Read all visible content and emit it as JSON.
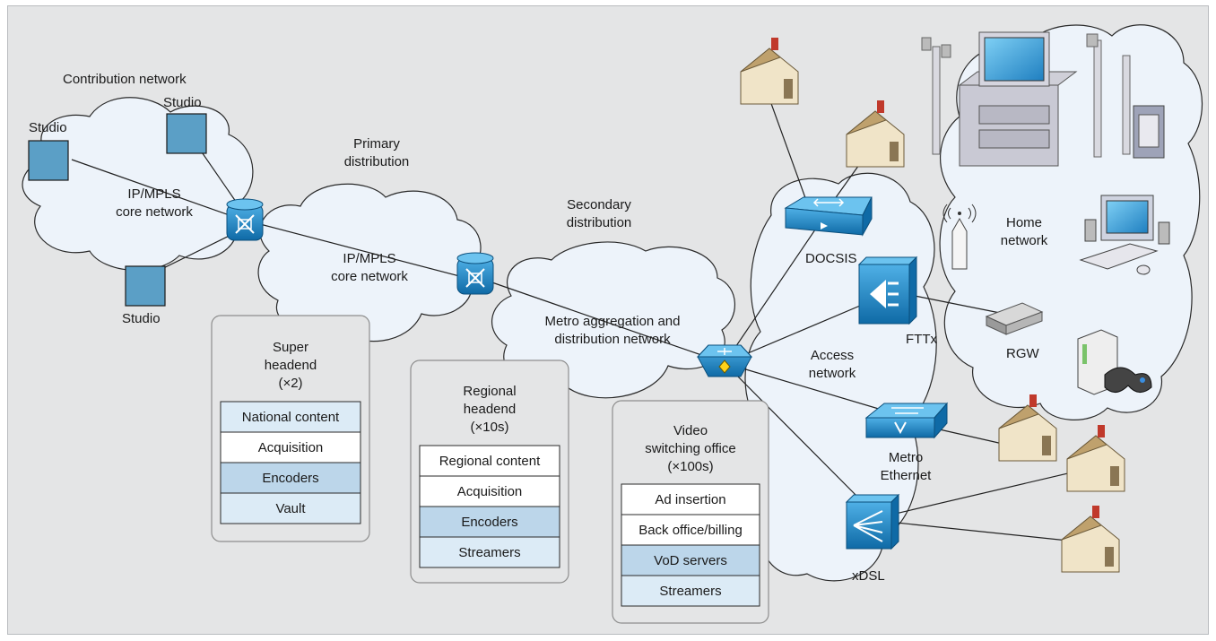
{
  "colors": {
    "background": "#e4e5e6",
    "cloud_fill": "#edf3fa",
    "cloud_stroke": "#2a2a2a",
    "studio_fill": "#5b9fc6",
    "panel_border": "#8e8e8e",
    "row_white": "#ffffff",
    "row_mid": "#bcd6ea",
    "row_light": "#dcebf6",
    "device_blue": "#1e88c8",
    "house_wall": "#f0e4c8",
    "house_roof": "#bfa16d"
  },
  "labels": {
    "contribution_network": "Contribution network",
    "studio_top_left": "Studio",
    "studio_top_right": "Studio",
    "studio_bottom": "Studio",
    "core_network_1": [
      "IP/MPLS",
      "core network"
    ],
    "primary_distribution": [
      "Primary",
      "distribution"
    ],
    "core_network_2": [
      "IP/MPLS",
      "core network"
    ],
    "secondary_distribution": [
      "Secondary",
      "distribution"
    ],
    "metro_network": [
      "Metro aggregation and",
      "distribution network"
    ],
    "docsis": "DOCSIS",
    "fttx": "FTTx",
    "access_network": [
      "Access",
      "network"
    ],
    "metro_ethernet": [
      "Metro",
      "Ethernet"
    ],
    "xdsl": "xDSL",
    "rgw": "RGW",
    "home_network": [
      "Home",
      "network"
    ]
  },
  "panels": {
    "super_headend": {
      "title": [
        "Super",
        "headend",
        "(×2)"
      ],
      "rows": [
        {
          "text": "National content",
          "shade": "light"
        },
        {
          "text": "Acquisition",
          "shade": "white"
        },
        {
          "text": "Encoders",
          "shade": "mid"
        },
        {
          "text": "Vault",
          "shade": "light"
        }
      ]
    },
    "regional_headend": {
      "title": [
        "Regional",
        "headend",
        "(×10s)"
      ],
      "rows": [
        {
          "text": "Regional content",
          "shade": "white"
        },
        {
          "text": "Acquisition",
          "shade": "white"
        },
        {
          "text": "Encoders",
          "shade": "mid"
        },
        {
          "text": "Streamers",
          "shade": "light"
        }
      ]
    },
    "video_switching_office": {
      "title": [
        "Video",
        "switching office",
        "(×100s)"
      ],
      "rows": [
        {
          "text": "Ad insertion",
          "shade": "white"
        },
        {
          "text": "Back office/billing",
          "shade": "white"
        },
        {
          "text": "VoD servers",
          "shade": "mid"
        },
        {
          "text": "Streamers",
          "shade": "light"
        }
      ]
    }
  }
}
